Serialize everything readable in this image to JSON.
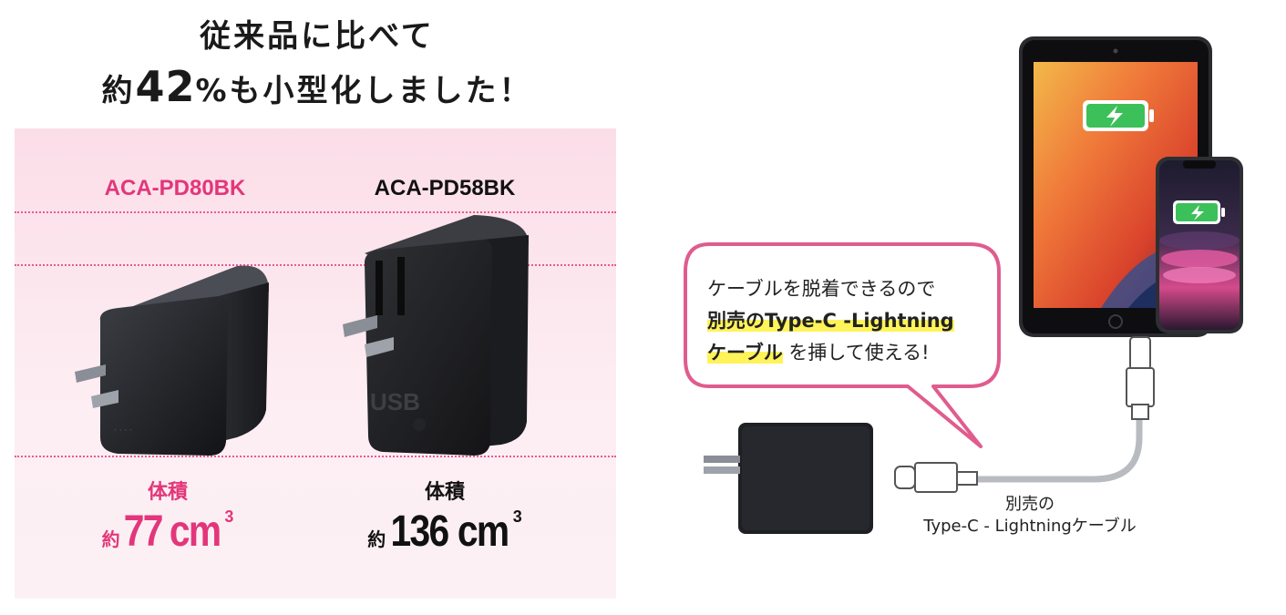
{
  "headline": {
    "line1": "従来品に比べて",
    "line2_pre": "約",
    "line2_big": "42",
    "line2_post": "%も小型化しました！"
  },
  "comparison": {
    "left": {
      "model": "ACA-PD80BK",
      "volume_label": "体積",
      "volume_prefix": "約",
      "volume_value": "77",
      "volume_unit": "cm",
      "volume_exp": "3"
    },
    "right": {
      "model": "ACA-PD58BK",
      "volume_label": "体積",
      "volume_prefix": "約",
      "volume_value": "136",
      "volume_unit": "cm",
      "volume_exp": "3"
    }
  },
  "bubble": {
    "line1": "ケーブルを脱着できるので",
    "line2": "別売のType-C -Lightning",
    "line3_hl": "ケーブル",
    "line3_rest": " を挿して使える!"
  },
  "cable_label": {
    "line1": "別売の",
    "line2": "Type-C - Lightningケーブル"
  },
  "logo_text": "USB",
  "colors": {
    "accent_pink": "#e3367a",
    "panel_bg": "#fce6ee",
    "highlight_yellow": "#fff35a",
    "bubble_border": "#e05c8e",
    "battery_green": "#3cc05a"
  }
}
